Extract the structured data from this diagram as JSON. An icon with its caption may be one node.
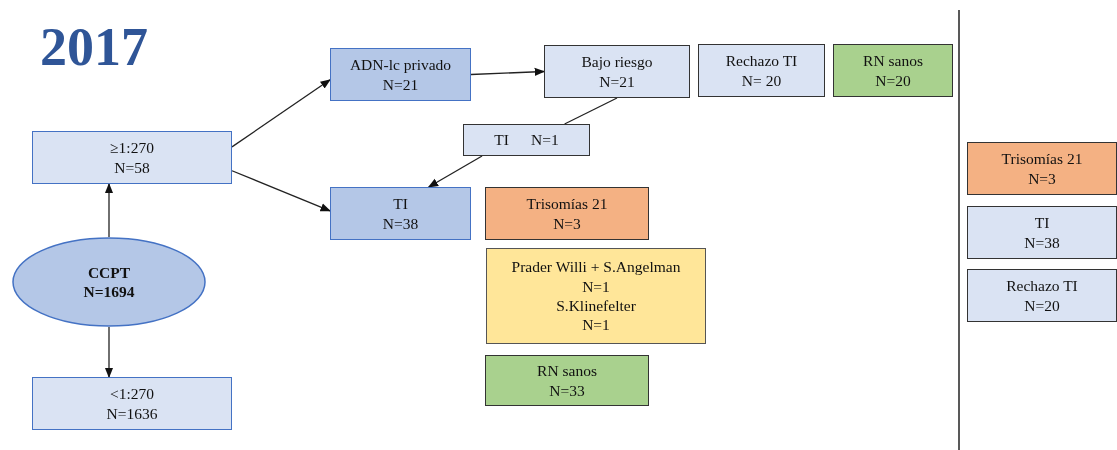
{
  "diagram": {
    "title": "2017",
    "nodes": [
      {
        "text": [
          "≥1:270",
          "N=58"
        ]
      },
      {
        "text": [
          "CCPT",
          "N=1694"
        ]
      },
      {
        "text": [
          "<1:270",
          "N=1636"
        ]
      },
      {
        "text": [
          "ADN-lc privado",
          "N=21"
        ]
      },
      {
        "text": [
          "TI",
          "N=38"
        ]
      },
      {
        "text": [
          "Bajo riesgo",
          "N=21"
        ]
      },
      {
        "text": [
          "Rechazo TI",
          "N= 20"
        ]
      },
      {
        "text": [
          "RN sanos",
          "N=20"
        ]
      },
      {
        "text": [
          "TI",
          "N=1"
        ]
      },
      {
        "text": [
          "Trisomías 21",
          "N=3"
        ]
      },
      {
        "text": [
          "Prader Willi + S.Angelman",
          "N=1",
          "S.Klinefelter",
          "N=1"
        ]
      },
      {
        "text": [
          "RN sanos",
          "N=33"
        ]
      },
      {
        "text": [
          "Trisomías 21",
          "N=3"
        ]
      },
      {
        "text": [
          "TI",
          "N=38"
        ]
      },
      {
        "text": [
          "Rechazo TI",
          "N=20"
        ]
      }
    ],
    "edges": [
      {
        "from": 1,
        "to": 0,
        "arrow": "to"
      },
      {
        "from": 1,
        "to": 2,
        "arrow": "to"
      },
      {
        "from": 0,
        "to": 3,
        "arrow": "to"
      },
      {
        "from": 0,
        "to": 4,
        "arrow": "to"
      },
      {
        "from": 3,
        "to": 5,
        "arrow": "to"
      },
      {
        "from": 5,
        "to": 8,
        "arrow": "none"
      },
      {
        "from": 8,
        "to": 4,
        "arrow": "to"
      }
    ]
  }
}
